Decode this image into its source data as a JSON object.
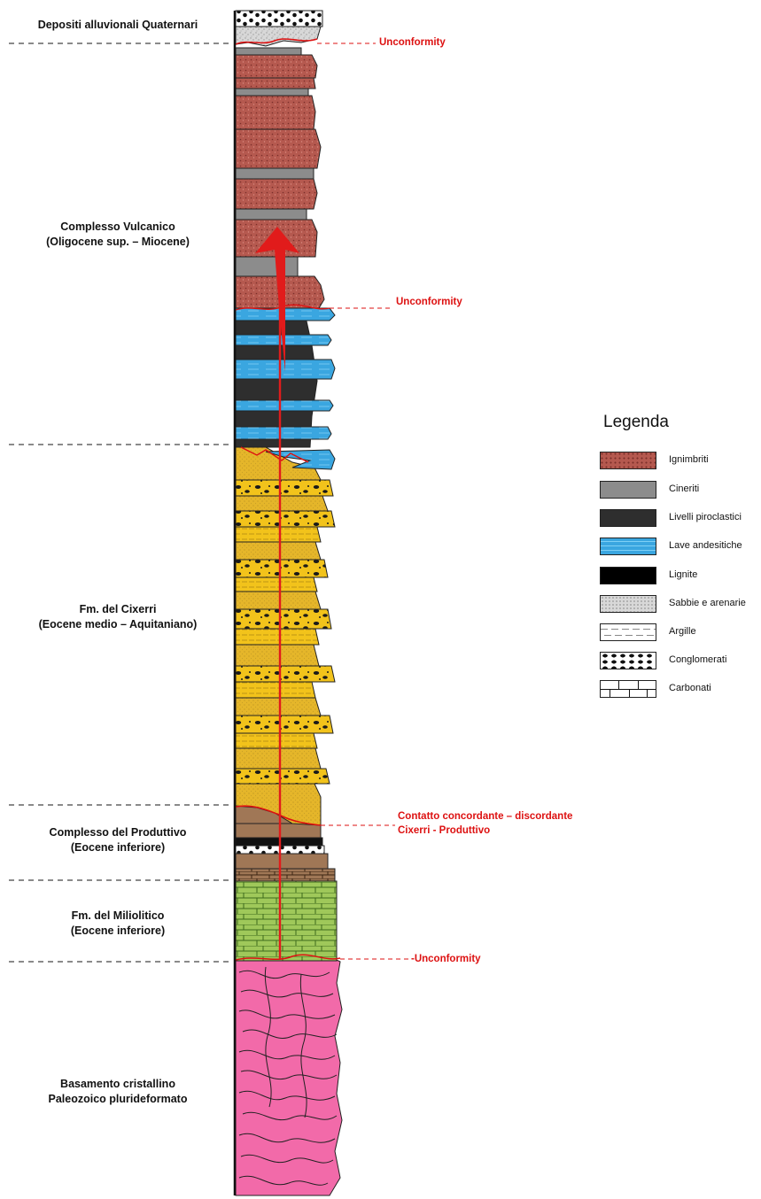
{
  "units": [
    {
      "name": "Depositi alluvionali  Quaternari",
      "age": ""
    },
    {
      "name": "Complesso Vulcanico",
      "age": "(Oligocene sup. – Miocene)"
    },
    {
      "name": "Fm. del Cixerri",
      "age": "(Eocene medio – Aquitaniano)"
    },
    {
      "name": "Complesso del Produttivo",
      "age": "(Eocene inferiore)"
    },
    {
      "name": "Fm. del Miliolitico",
      "age": "(Eocene inferiore)"
    },
    {
      "name": "Basamento cristallino",
      "age": "Paleozoico plurideformato"
    }
  ],
  "contacts": [
    {
      "line1": "Unconformity",
      "line2": ""
    },
    {
      "line1": "Unconformity",
      "line2": ""
    },
    {
      "line1": "Contatto concordante  – discordante",
      "line2": "Cixerri - Produttivo"
    },
    {
      "line1": "-Unconformity",
      "line2": ""
    }
  ],
  "legend": {
    "title": "Legenda",
    "items": [
      {
        "label": "Ignimbriti",
        "pattern": "ignimbrite",
        "color": "#b5594f"
      },
      {
        "label": "Cineriti",
        "pattern": "ash",
        "color": "#8c8c8c"
      },
      {
        "label": "Livelli piroclastici",
        "pattern": "pyroclastic",
        "color": "#2e2e2e"
      },
      {
        "label": "Lave andesitiche",
        "pattern": "lava",
        "color": "#3aa6e0"
      },
      {
        "label": "Lignite",
        "pattern": "lignite",
        "color": "#000000"
      },
      {
        "label": "Sabbie e arenarie",
        "pattern": "sand",
        "color": "#d8d8d8"
      },
      {
        "label": "Argille",
        "pattern": "clay",
        "color": "#ffffff"
      },
      {
        "label": "Conglomerati",
        "pattern": "conglomerate",
        "color": "#ffffff"
      },
      {
        "label": "Carbonati",
        "pattern": "carbonate",
        "color": "#ffffff"
      }
    ]
  },
  "colors": {
    "yellow_sediment": "#f2c31b",
    "basement": "#f26aa9",
    "limestone_green": "#9fc85a",
    "produttivo_brown": "#a07756",
    "contact_red": "#d11111",
    "arrow_red": "#e11b1b"
  }
}
